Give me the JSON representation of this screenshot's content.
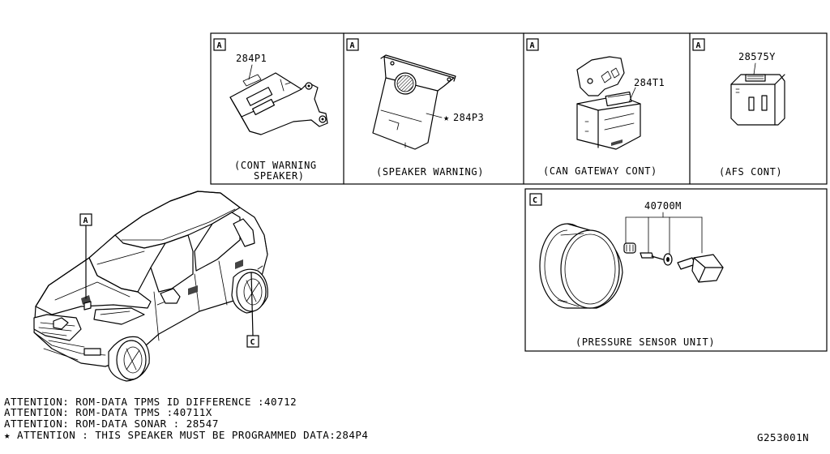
{
  "callouts": {
    "a": "A",
    "c": "C"
  },
  "panels": {
    "cont_warning_speaker": {
      "callout": "A",
      "part_number": "284P1",
      "caption_line1": "(CONT WARNING",
      "caption_line2": "SPEAKER)"
    },
    "speaker_warning": {
      "callout": "A",
      "part_number": "284P3",
      "marker": "★",
      "caption": "(SPEAKER WARNING)"
    },
    "can_gateway": {
      "callout": "A",
      "part_number": "284T1",
      "caption": "(CAN GATEWAY CONT)"
    },
    "afs_cont": {
      "callout": "A",
      "part_number": "28575Y",
      "caption": "(AFS CONT)"
    },
    "pressure_sensor": {
      "callout": "C",
      "part_number": "40700M",
      "caption": "(PRESSURE SENSOR UNIT)"
    }
  },
  "vehicle": {
    "callout_front": "A",
    "callout_wheel": "C"
  },
  "notes": [
    "ATTENTION: ROM-DATA TPMS ID DIFFERENCE :40712",
    "ATTENTION: ROM-DATA TPMS :40711X",
    "ATTENTION: ROM-DATA SONAR : 28547",
    "★ ATTENTION : THIS SPEAKER MUST BE PROGRAMMED DATA:284P4"
  ],
  "diagram_id": "G253001N"
}
